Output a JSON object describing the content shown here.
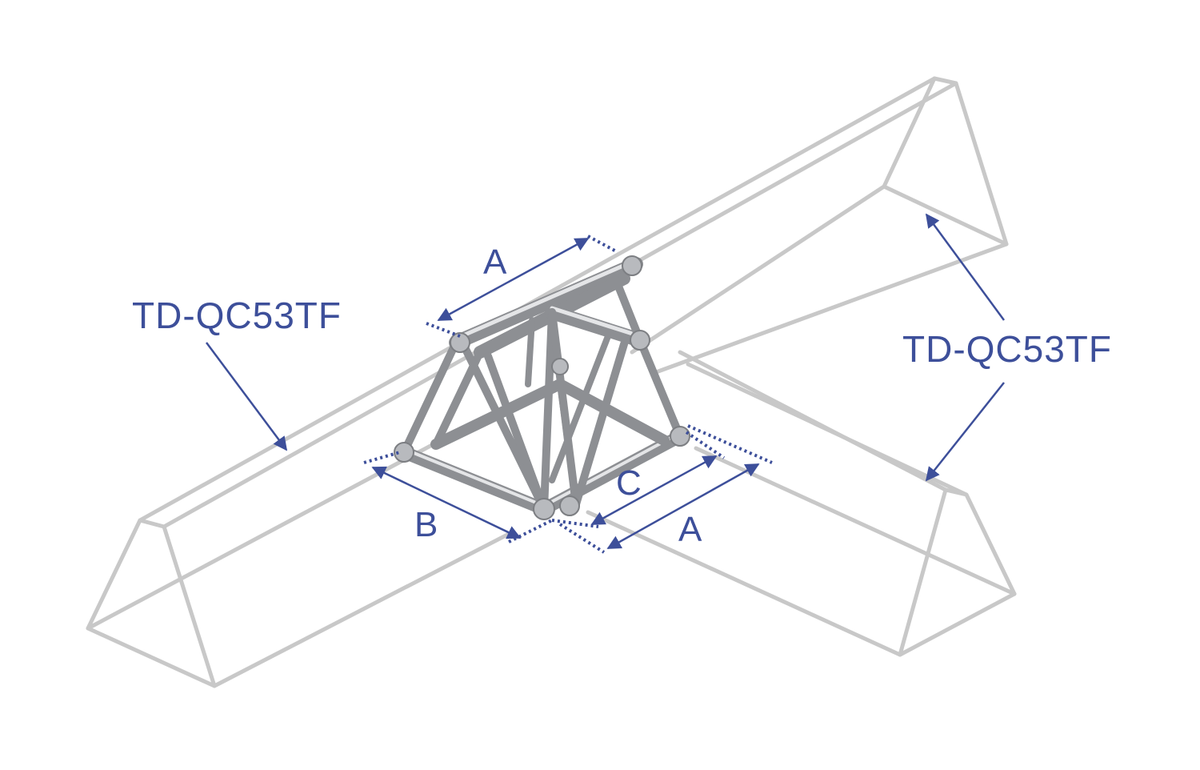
{
  "labels": {
    "left_model": "TD-QC53TF",
    "right_model": "TD-QC53TF",
    "dim_a_top": "A",
    "dim_a_bottom": "A",
    "dim_b": "B",
    "dim_c": "C"
  },
  "colors": {
    "annotation": "#3d4f9a",
    "ghost_truss": "#c8c8c8",
    "aluminium": "#a9abaf"
  }
}
